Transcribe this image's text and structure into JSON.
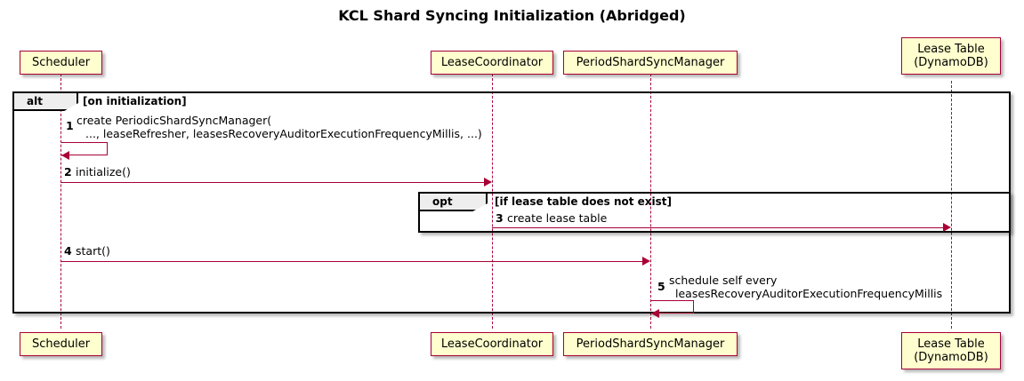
{
  "diagram": {
    "title": "KCL Shard Syncing Initialization (Abridged)",
    "type": "sequence-diagram",
    "colors": {
      "participant_fill": "#FEFECE",
      "participant_border": "#A80036",
      "arrow": "#A80036",
      "fragment_border": "#000000",
      "fragment_label_fill": "#EEEEEE",
      "background": "#FFFFFF"
    }
  },
  "participants": [
    {
      "id": "scheduler",
      "label_line1": "Scheduler",
      "label_line2": ""
    },
    {
      "id": "leasecoordinator",
      "label_line1": "LeaseCoordinator",
      "label_line2": ""
    },
    {
      "id": "periodshardsyncmanager",
      "label_line1": "PeriodShardSyncManager",
      "label_line2": ""
    },
    {
      "id": "leasetable",
      "label_line1": "Lease Table",
      "label_line2": "(DynamoDB)"
    }
  ],
  "fragments": [
    {
      "id": "alt",
      "keyword": "alt",
      "condition": "[on initialization]"
    },
    {
      "id": "opt",
      "keyword": "opt",
      "condition": "[if lease table does not exist]"
    }
  ],
  "messages": [
    {
      "number": "1",
      "from": "scheduler",
      "to": "scheduler",
      "kind": "self",
      "text_line1": "create PeriodicShardSyncManager(",
      "text_line2": "..., leaseRefresher, leasesRecoveryAuditorExecutionFrequencyMillis, ...)"
    },
    {
      "number": "2",
      "from": "scheduler",
      "to": "leasecoordinator",
      "kind": "call",
      "text_line1": "initialize()",
      "text_line2": ""
    },
    {
      "number": "3",
      "from": "leasecoordinator",
      "to": "leasetable",
      "kind": "call",
      "text_line1": "create lease table",
      "text_line2": ""
    },
    {
      "number": "4",
      "from": "scheduler",
      "to": "periodshardsyncmanager",
      "kind": "call",
      "text_line1": "start()",
      "text_line2": ""
    },
    {
      "number": "5",
      "from": "periodshardsyncmanager",
      "to": "periodshardsyncmanager",
      "kind": "self",
      "text_line1": "schedule self every",
      "text_line2": "leasesRecoveryAuditorExecutionFrequencyMillis"
    }
  ]
}
